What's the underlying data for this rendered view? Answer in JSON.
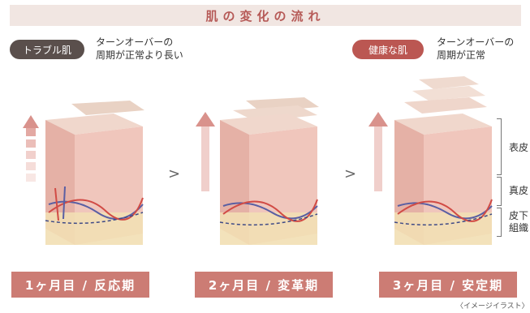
{
  "title": "肌の変化の流れ",
  "badges": {
    "trouble": {
      "label": "トラブル肌",
      "desc": "ターンオーバーの\n周期が正常より長い"
    },
    "healthy": {
      "label": "健康な肌",
      "desc": "ターンオーバーの\n周期が正常"
    }
  },
  "stages": [
    {
      "label": "1ヶ月目 / 反応期"
    },
    {
      "label": "2ヶ月目 / 変革期"
    },
    {
      "label": "3ヶ月目 / 安定期"
    }
  ],
  "arrows": [
    ">",
    ">"
  ],
  "layers": {
    "epidermis": "表皮",
    "dermis": "真皮",
    "subcutis": "皮下\n組織"
  },
  "note": "〈イメージイラスト〉",
  "colors": {
    "accent": "#bb5752",
    "label_bg": "#cc7c74",
    "title_bg": "#f1e6e2",
    "dark_pill": "#5a4f4c"
  },
  "icons": [
    "up-arrow-icon",
    "chevron-right-icon",
    "skin-cross-section-illustration"
  ]
}
